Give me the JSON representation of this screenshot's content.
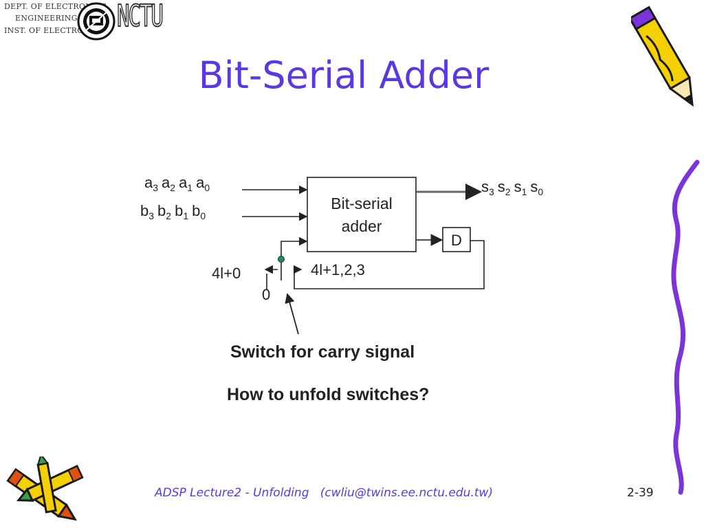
{
  "logo": {
    "line1": "DEPT. OF ELECTRONICS",
    "line2": "ENGINEERING &",
    "line3": "INST. OF ELECTRONICS",
    "mark": "NCTU"
  },
  "slide": {
    "title": "Bit-Serial Adder"
  },
  "diagram": {
    "input_a": [
      "a",
      "3",
      "a",
      "2",
      "a",
      "1",
      "a",
      "0"
    ],
    "input_b": [
      "b",
      "3",
      "b",
      "2",
      "b",
      "1",
      "b",
      "0"
    ],
    "output_s": [
      "s",
      "3",
      "s",
      "2",
      "s",
      "1",
      "s",
      "0"
    ],
    "adder_line1": "Bit-serial",
    "adder_line2": "adder",
    "delay_label": "D",
    "switch_left": "4l+0",
    "switch_right": "4l+1,2,3",
    "zero_label": "0",
    "caption": "Switch for carry signal",
    "question": "How to unfold switches?"
  },
  "footer": {
    "text": "ADSP Lecture2 - Unfolding   (cwliu@twins.ee.nctu.edu.tw)",
    "page": "2-39"
  },
  "colors": {
    "title": "#5a38e6",
    "footer": "#5a38e6",
    "diagram_line": "#222222",
    "pencil_yellow": "#f5d000",
    "pencil_outline": "#1a1a1a",
    "pencil_purple": "#7b34d9",
    "node_green": "#2a8a5a"
  },
  "icons": [
    "nctu-seal-icon",
    "pencil-icon",
    "crayon-icon"
  ]
}
